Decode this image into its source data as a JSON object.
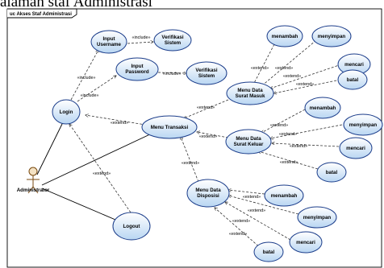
{
  "caption": "alaman staf Administrasi",
  "frame_title": "uc Akses Staf Administrasi",
  "actor": "Administrator",
  "use_cases": {
    "login": "Login",
    "input_username": [
      "Input",
      "Username"
    ],
    "input_password": [
      "Input",
      "Password"
    ],
    "verif_1": [
      "Verifikasi",
      "Sistem"
    ],
    "verif_2": [
      "Verifikasi",
      "Sistem"
    ],
    "menu_transaksi": "Menu Transaksi",
    "logout": "Logout",
    "surat_masuk": [
      "Menu Data",
      "Surat Masuk"
    ],
    "surat_keluar": [
      "Menu Data",
      "Surat Keluar"
    ],
    "disposisi": [
      "Menu Data",
      "Disposisi"
    ],
    "sm_menambah": "menambah",
    "sm_menyimpan": "menyimpan",
    "sm_mencari": "mencari",
    "sm_batal": "batal",
    "sk_menambah": "menambah",
    "sk_menyimpan": "menyimpan",
    "sk_mencari": "mencari",
    "sk_batal": "batal",
    "ds_menambah": "menambah",
    "ds_menyimpan": "menyimpan",
    "ds_mencari": "mencari",
    "ds_batal": "batal"
  },
  "stereotypes": {
    "include": "«include»",
    "extend": "«extend»"
  },
  "colors": {
    "uc_top": "#ffffff",
    "uc_bottom": "#b9d6f2",
    "uc_stroke": "#1a3c8a"
  }
}
